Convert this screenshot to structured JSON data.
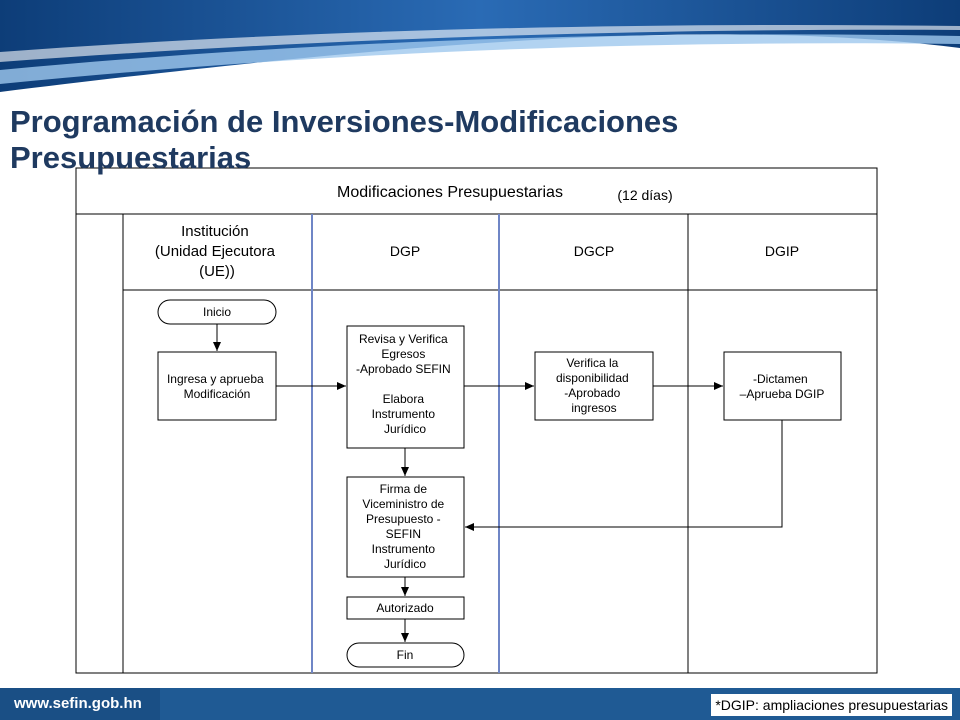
{
  "title": {
    "line1": "Programación de Inversiones-Modificaciones",
    "line2": "Presupuestarias"
  },
  "diagram": {
    "heading": "Modificaciones Presupuestarias",
    "duration": "(12 días)",
    "lanes": {
      "institucion": [
        "Institución",
        "(Unidad Ejecutora",
        "(UE))"
      ],
      "dgp": "DGP",
      "dgcp": "DGCP",
      "dgip": "DGIP"
    },
    "nodes": {
      "inicio": "Inicio",
      "ingresa": [
        "Ingresa y aprueba",
        "Modificación"
      ],
      "revisa": [
        "Revisa y Verifica",
        "Egresos",
        "-Aprobado SEFIN",
        "",
        "Elabora",
        "Instrumento",
        "Jurídico"
      ],
      "verifica": [
        "Verifica la",
        "disponibilidad",
        "-Aprobado",
        "ingresos"
      ],
      "dictamen": [
        "-Dictamen",
        "–Aprueba DGIP"
      ],
      "firma": [
        "Firma de",
        "Viceministro de",
        "Presupuesto -",
        "SEFIN",
        "Instrumento",
        "Jurídico"
      ],
      "autorizado": "Autorizado",
      "fin": "Fin"
    }
  },
  "footer": {
    "url": "www.sefin.gob.hn",
    "note": "*DGIP: ampliaciones presupuestarias"
  },
  "colors": {
    "title": "#1f3a60",
    "header_blue": "#1f5a94",
    "lane_divider": "#6f86c6"
  }
}
